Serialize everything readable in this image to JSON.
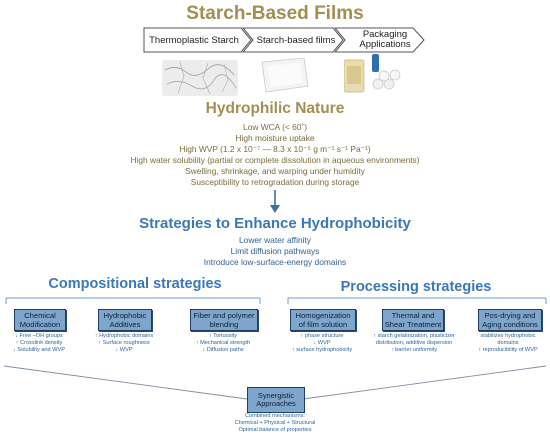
{
  "title": "Starch-Based Films",
  "flow": {
    "steps": [
      "Thermoplastic Starch",
      "Starch-based films",
      "Packaging Applications"
    ],
    "packaging_label": "Packaging",
    "applications_label": "Applications"
  },
  "hydrophilic": {
    "heading": "Hydrophilic Nature",
    "lines": [
      "Low WCA (< 60˚)",
      "High moisture uptake",
      "High WVP (1.2 x 10⁻⁷ — 8.3 x 10⁻⁵ g m⁻¹ s⁻¹ Pa⁻¹)",
      "High water solubility (partial or complete dissolution in aqueous environments)",
      "Swelling, shrinkage, and warping under humidity",
      "Susceptibility to retrogradation during storage"
    ]
  },
  "strategies": {
    "heading": "Strategies to Enhance Hydrophobicity",
    "lines": [
      "Lower water affinity",
      "Limit diffusion pathways",
      "Introduce low-surface-energy domains"
    ]
  },
  "compositional": {
    "heading": "Compositional strategies",
    "cards": [
      {
        "title_1": "Chemical",
        "title_2": "Modification",
        "effects": [
          "↓ Free –OH groups",
          "↑ Crosslink density",
          "↓ Solubility and WVP"
        ]
      },
      {
        "title_1": "Hydrophobic",
        "title_2": "Additives",
        "effects": [
          "↑ Hydrophobic domains",
          "↑ Surface roughness",
          "↓ WVP"
        ]
      },
      {
        "title_1": "Fiber and polymer",
        "title_2": "blending",
        "effects": [
          "↑ Tortuosity",
          "↑ Mechanical strength",
          "↓ Diffusion paths"
        ]
      }
    ]
  },
  "processing": {
    "heading": "Processing strategies",
    "cards": [
      {
        "title_1": "Homogenization",
        "title_2": "of film solution",
        "effects": [
          "↑ phase structure",
          "↓ WVP",
          "↑ surface hydrophobicity"
        ]
      },
      {
        "title_1": "Thermal and",
        "title_2": "Shear Treatment",
        "effects": [
          "↑ starch gelatinization, plasticizer",
          "distribution, additive dispersion",
          "↑ barrier uniformity"
        ]
      },
      {
        "title_1": "Pos-drying and",
        "title_2": "Aging conditions",
        "effects": [
          "stabilizes hydrophobic",
          "domains",
          "↑ reproducibility of WVP"
        ]
      }
    ]
  },
  "synergistic": {
    "title_1": "Synergistic",
    "title_2": "Approaches",
    "notes": [
      "Combined mechanisms:",
      "Chemical + Physical + Structural",
      "Optimal balance of properties"
    ]
  },
  "colors": {
    "gold": "#a38f52",
    "blue_title": "#3a78b8",
    "card_fill": "#7ea6cd",
    "card_border": "#1d3f66",
    "arrow": "#3a6fa8"
  }
}
